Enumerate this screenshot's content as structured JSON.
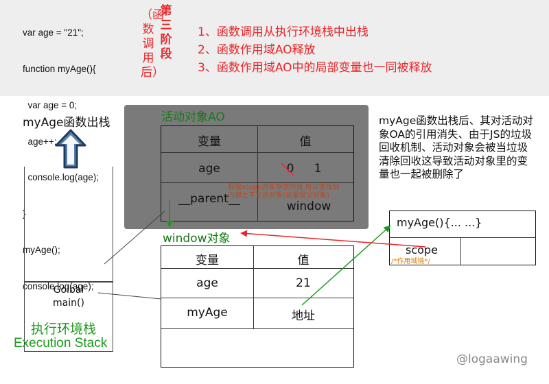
{
  "code": {
    "lines": [
      "var age = \"21\";",
      "function myAge(){",
      "  var age = 0;",
      "  age++;",
      "  console.log(age);",
      "}",
      "myAge();",
      "console.log(age);"
    ]
  },
  "phase": {
    "paren_text": "（函数调用后）",
    "title_text": "第三阶段"
  },
  "steps": [
    "1、函数调用从执行环境栈中出栈",
    "2、函数作用域AO释放",
    "3、函数作用域AO中的局部变量也一同被释放"
  ],
  "stack": {
    "title": "myAge函数出栈",
    "global_line1": "Golbal",
    "global_line2": "main()",
    "label_cn": "执行环境栈",
    "label_en": "Execution Stack"
  },
  "ao": {
    "title": "活动对象AO",
    "header_var": "变量",
    "header_val": "值",
    "row1_name": "age",
    "row1_old": "0",
    "row1_new": "1",
    "row2_name": "__parent__",
    "row2_val": "window",
    "scope_note": "根据scope对象存放的值,可以查找到\n内部上下文的对象(这里是父对象)"
  },
  "window_obj": {
    "title": "window对象",
    "header_var": "变量",
    "header_val": "值",
    "row1_name": "age",
    "row1_val": "21",
    "row2_name": "myAge",
    "row2_val": "地址"
  },
  "fn_obj": {
    "label": "myAge(){... ...}",
    "scope": "scope",
    "comment": "/*作用域链*/"
  },
  "explain": "myAge函数出栈后、其对活动对象OA的引用消失、由于JS的垃圾回收机制、活动对象会被当垃圾清除回收这导致活动对象里的变量也一起被删除了",
  "watermark": "@logaawing",
  "colors": {
    "red": "#e8262a",
    "green": "#157a15",
    "ao_bg": "#7a7a7a",
    "top_band": "#eeeeee"
  }
}
